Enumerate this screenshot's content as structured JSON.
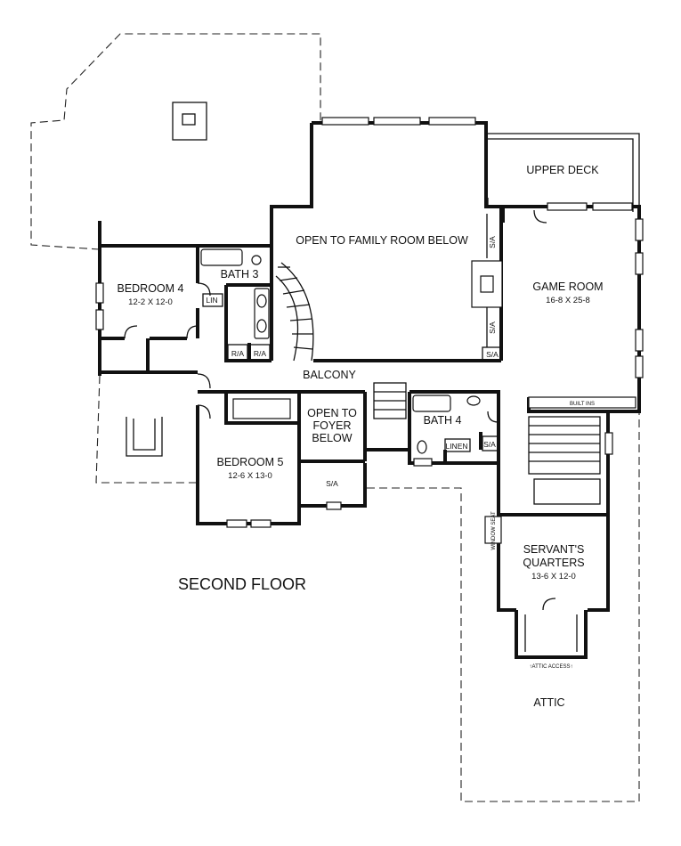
{
  "plan": {
    "title": "SECOND FLOOR",
    "rooms": [
      {
        "name": "BEDROOM 4",
        "dims": "12-2 X 12-0"
      },
      {
        "name": "BATH 3"
      },
      {
        "name": "OPEN TO FAMILY ROOM BELOW"
      },
      {
        "name": "UPPER DECK"
      },
      {
        "name": "GAME ROOM",
        "dims": "16-8 X 25-8"
      },
      {
        "name": "BALCONY"
      },
      {
        "name": "BEDROOM 5",
        "dims": "12-6 X 13-0"
      },
      {
        "name_lines": [
          "OPEN TO",
          "FOYER",
          "BELOW"
        ]
      },
      {
        "name": "BATH 4"
      },
      {
        "name_lines": [
          "SERVANT'S",
          "QUARTERS"
        ],
        "dims": "13-6 X 12-0"
      },
      {
        "name": "ATTIC"
      }
    ],
    "callouts": {
      "lin": "LIN",
      "linen": "LINEN",
      "sa": "S/A",
      "ra": "R/A",
      "built_ins": "BUILT INS",
      "attic_access": "↑ATTIC ACCESS↑",
      "window_seat": "WINDOW SEAT"
    }
  }
}
